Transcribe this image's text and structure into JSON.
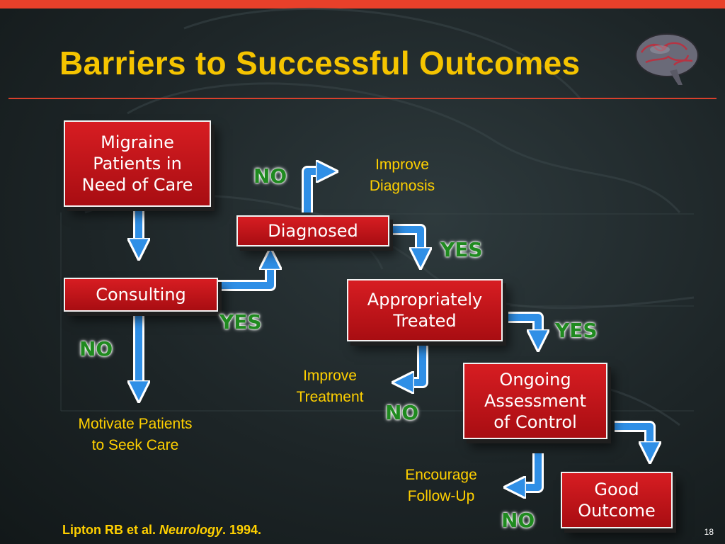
{
  "slide": {
    "title": "Barriers to Successful Outcomes",
    "page_number": "18",
    "citation": {
      "authors": "Lipton RB et al. ",
      "journal": "Neurology",
      "year": ". 1994."
    }
  },
  "boxes": {
    "migraine": "Migraine\nPatients in\nNeed of Care",
    "consulting": "Consulting",
    "diagnosed": "Diagnosed",
    "treated": "Appropriately\nTreated",
    "ongoing": "Ongoing\nAssessment\nof Control",
    "good": "Good\nOutcome"
  },
  "labels": {
    "yes": "YES",
    "no": "NO"
  },
  "notes": {
    "motivate": "Motivate Patients\nto Seek Care",
    "improve_diagnosis": "Improve\nDiagnosis",
    "improve_treatment": "Improve\nTreatment",
    "encourage": "Encourage\nFollow-Up"
  },
  "colors": {
    "title": "#f5c400",
    "accent_bar": "#e8402a",
    "box_red": "#c8161b",
    "arrow_blue": "#2f8fe6",
    "label_green": "#1f8a1f",
    "note_yellow": "#ffd000"
  },
  "icons": [
    "brain-icon"
  ]
}
